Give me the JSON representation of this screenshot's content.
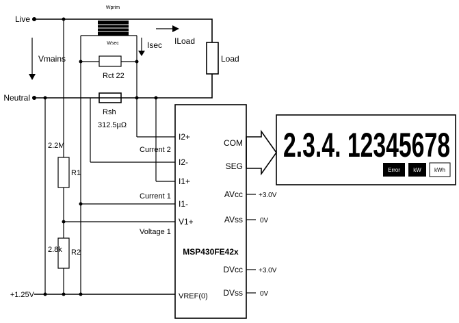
{
  "nodes": {
    "live": "Live",
    "neutral": "Neutral",
    "v_mains": "Vmains",
    "v_ref_supply": "+1.25V"
  },
  "transformer": {
    "primary": "Wprim",
    "secondary": "Wsec",
    "current_label": "Isec"
  },
  "load": {
    "label": "Load",
    "current_label": "ILoad"
  },
  "components": {
    "rct": "Rct  22",
    "rsh": "Rsh",
    "rsh_value": "312.5µΩ",
    "r1_value": "2.2M",
    "r1": "R1",
    "r2_value": "2.8k",
    "r2": "R2"
  },
  "signals": {
    "current2": "Current 2",
    "current1": "Current 1",
    "voltage1": "Voltage 1"
  },
  "chip": {
    "name": "MSP430FE42x",
    "pins_left": [
      "I2+",
      "I2-",
      "I1+",
      "I1-",
      "V1+",
      "VREF(0)"
    ],
    "pins_right": [
      "COM",
      "SEG",
      "AVcc",
      "AVss",
      "DVcc",
      "DVss"
    ],
    "avcc_supply": "+3.0V",
    "avss_supply": "0V",
    "dvcc_supply": "+3.0V",
    "dvss_supply": "0V"
  },
  "lcd": {
    "digits": "2.3.4. 12345678",
    "indicators": [
      "Error",
      "kW",
      "kWh"
    ]
  }
}
